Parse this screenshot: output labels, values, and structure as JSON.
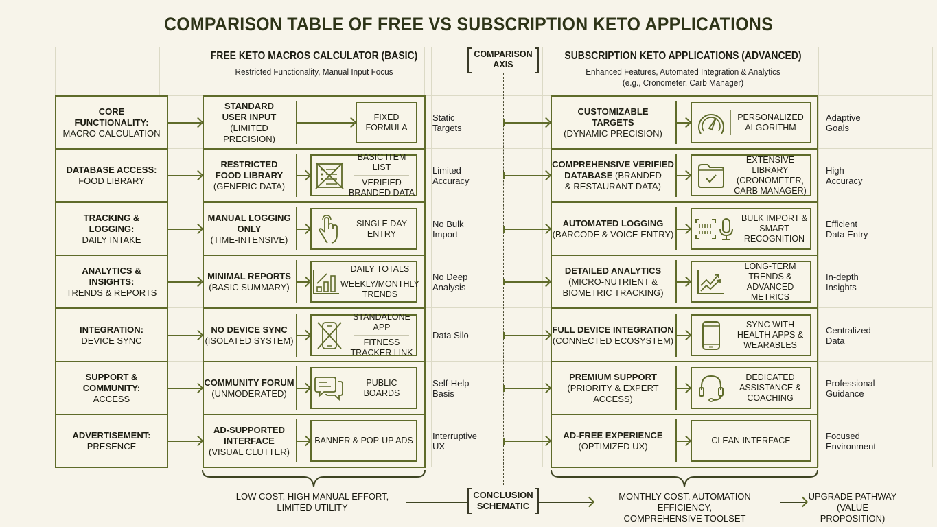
{
  "title": "COMPARISON TABLE OF FREE VS SUBSCRIPTION KETO APPLICATIONS",
  "columns": {
    "free": {
      "header": "FREE KETO MACROS CALCULATOR (BASIC)",
      "subtitle": "Restricted Functionality, Manual Input Focus"
    },
    "axis": {
      "label_line1": "COMPARISON",
      "label_line2": "AXIS"
    },
    "subscription": {
      "header": "SUBSCRIPTION KETO APPLICATIONS (ADVANCED)",
      "subtitle_line1": "Enhanced Features, Automated Integration & Analytics",
      "subtitle_line2": "(e.g., Cronometer, Carb Manager)"
    }
  },
  "colors": {
    "background": "#f7f4ea",
    "border_green": "#5f6b2a",
    "title": "#2e3418",
    "text": "#1a1a10"
  },
  "rows": [
    {
      "label_bold": [
        "CORE",
        "FUNCTIONALITY:"
      ],
      "label_sub": [
        "MACRO CALCULATION"
      ],
      "free_bold": [
        "STANDARD",
        "USER INPUT"
      ],
      "free_sub": [
        "(LIMITED PRECISION)"
      ],
      "free_icon": "none",
      "free_detail": [
        "FIXED",
        "FORMULA"
      ],
      "free_detail2": [],
      "free_note": [
        "Static",
        "Targets"
      ],
      "sub_bold": [
        "CUSTOMIZABLE",
        "TARGETS"
      ],
      "sub_sub": [
        "(DYNAMIC PRECISION)"
      ],
      "sub_icon": "gauge-icon",
      "sub_detail": [
        "PERSONALIZED",
        "ALGORITHM"
      ],
      "sub_note": [
        "Adaptive",
        "Goals"
      ]
    },
    {
      "label_bold": [
        "DATABASE ACCESS:"
      ],
      "label_sub": [
        "FOOD LIBRARY"
      ],
      "free_bold": [
        "RESTRICTED",
        "FOOD LIBRARY"
      ],
      "free_sub": [
        "(GENERIC DATA)"
      ],
      "free_icon": "crossed-list-icon",
      "free_detail": [
        "BASIC ITEM LIST"
      ],
      "free_detail2": [
        "VERIFIED",
        "BRANDED DATA"
      ],
      "free_note": [
        "Limited",
        "Accuracy"
      ],
      "sub_bold": [
        "COMPREHENSIVE VERIFIED",
        "DATABASE"
      ],
      "sub_sub": [
        "(BRANDED",
        "& RESTAURANT DATA)"
      ],
      "sub_icon": "folder-check-icon",
      "sub_detail": [
        "EXTENSIVE LIBRARY",
        "(CRONOMETER,",
        "CARB MANAGER)"
      ],
      "sub_note": [
        "High",
        "Accuracy"
      ]
    },
    {
      "label_bold": [
        "TRACKING &",
        "LOGGING:"
      ],
      "label_sub": [
        "DAILY INTAKE"
      ],
      "free_bold": [
        "MANUAL LOGGING",
        "ONLY"
      ],
      "free_sub": [
        "(TIME-INTENSIVE)"
      ],
      "free_icon": "hand-tap-icon",
      "free_detail": [
        "SINGLE DAY",
        "ENTRY"
      ],
      "free_detail2": [],
      "free_note": [
        "No Bulk",
        "Import"
      ],
      "sub_bold": [
        "AUTOMATED LOGGING"
      ],
      "sub_sub": [
        "(BARCODE & VOICE ENTRY)"
      ],
      "sub_icon": "barcode-mic-icon",
      "sub_detail": [
        "BULK IMPORT &",
        "SMART",
        "RECOGNITION"
      ],
      "sub_note": [
        "Efficient",
        "Data Entry"
      ]
    },
    {
      "label_bold": [
        "ANALYTICS &",
        "INSIGHTS:"
      ],
      "label_sub": [
        "TRENDS & REPORTS"
      ],
      "free_bold": [
        "MINIMAL REPORTS"
      ],
      "free_sub": [
        "(BASIC SUMMARY)"
      ],
      "free_icon": "bar-chart-icon",
      "free_detail": [
        "DAILY TOTALS"
      ],
      "free_detail2": [
        "WEEKLY/MONTHLY",
        "TRENDS"
      ],
      "free_note": [
        "No Deep",
        "Analysis"
      ],
      "sub_bold": [
        "DETAILED ANALYTICS"
      ],
      "sub_sub": [
        "(MICRO-NUTRIENT &",
        "BIOMETRIC TRACKING)"
      ],
      "sub_icon": "trend-chart-icon",
      "sub_detail": [
        "LONG-TERM",
        "TRENDS &",
        "ADVANCED METRICS"
      ],
      "sub_note": [
        "In-depth",
        "Insights"
      ]
    },
    {
      "label_bold": [
        "INTEGRATION:"
      ],
      "label_sub": [
        "DEVICE SYNC"
      ],
      "free_bold": [
        "NO DEVICE SYNC"
      ],
      "free_sub": [
        "(ISOLATED SYSTEM)"
      ],
      "free_icon": "crossed-phone-icon",
      "free_detail": [
        "STANDALONE APP"
      ],
      "free_detail2": [
        "FITNESS",
        "TRACKER LINK"
      ],
      "free_note": [
        "Data Silo"
      ],
      "sub_bold": [
        "FULL DEVICE INTEGRATION"
      ],
      "sub_sub": [
        "(CONNECTED ECOSYSTEM)"
      ],
      "sub_icon": "phone-icon",
      "sub_detail": [
        "SYNC WITH",
        "HEALTH APPS &",
        "WEARABLES"
      ],
      "sub_note": [
        "Centralized",
        "Data"
      ]
    },
    {
      "label_bold": [
        "SUPPORT &",
        "COMMUNITY:"
      ],
      "label_sub": [
        "ACCESS"
      ],
      "free_bold": [
        "COMMUNITY FORUM"
      ],
      "free_sub": [
        "(UNMODERATED)"
      ],
      "free_icon": "chat-bubbles-icon",
      "free_detail": [
        "PUBLIC BOARDS"
      ],
      "free_detail2": [],
      "free_note": [
        "Self-Help",
        "Basis"
      ],
      "sub_bold": [
        "PREMIUM SUPPORT"
      ],
      "sub_sub": [
        "(PRIORITY & EXPERT",
        "ACCESS)"
      ],
      "sub_icon": "headset-icon",
      "sub_detail": [
        "DEDICATED",
        "ASSISTANCE &",
        "COACHING"
      ],
      "sub_note": [
        "Professional",
        "Guidance"
      ]
    },
    {
      "label_bold": [
        "ADVERTISEMENT:"
      ],
      "label_sub": [
        "PRESENCE"
      ],
      "free_bold": [
        "AD-SUPPORTED",
        "INTERFACE"
      ],
      "free_sub": [
        "(VISUAL CLUTTER)"
      ],
      "free_icon": "none",
      "free_detail": [
        "BANNER & POP-UP ADS"
      ],
      "free_detail2": [],
      "free_note": [
        "Interruptive",
        "UX"
      ],
      "sub_bold": [
        "AD-FREE EXPERIENCE"
      ],
      "sub_sub": [
        "(OPTIMIZED UX)"
      ],
      "sub_icon": "none",
      "sub_detail": [
        "CLEAN INTERFACE"
      ],
      "sub_note": [
        "Focused",
        "Environment"
      ]
    }
  ],
  "conclusion": {
    "free_summary_line1": "LOW COST, HIGH MANUAL EFFORT,",
    "free_summary_line2": "LIMITED UTILITY",
    "label_line1": "CONCLUSION",
    "label_line2": "SCHEMATIC",
    "sub_summary_line1": "MONTHLY COST, AUTOMATION EFFICIENCY,",
    "sub_summary_line2": "COMPREHENSIVE TOOLSET",
    "pathway_line1": "UPGRADE PATHWAY",
    "pathway_line2": "(VALUE PROPOSITION)"
  }
}
